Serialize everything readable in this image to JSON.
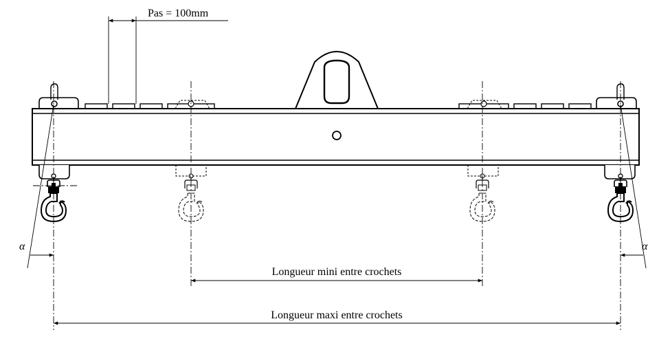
{
  "labels": {
    "pitch": "Pas = 100mm",
    "min_length": "Longueur mini entre crochets",
    "max_length": "Longueur maxi entre crochets",
    "alpha_left": "α",
    "alpha_right": "α"
  },
  "hooks": [
    {
      "id": "hook-1",
      "style": "solid"
    },
    {
      "id": "hook-2",
      "style": "ghost"
    },
    {
      "id": "hook-3",
      "style": "ghost"
    },
    {
      "id": "hook-4",
      "style": "solid"
    }
  ]
}
